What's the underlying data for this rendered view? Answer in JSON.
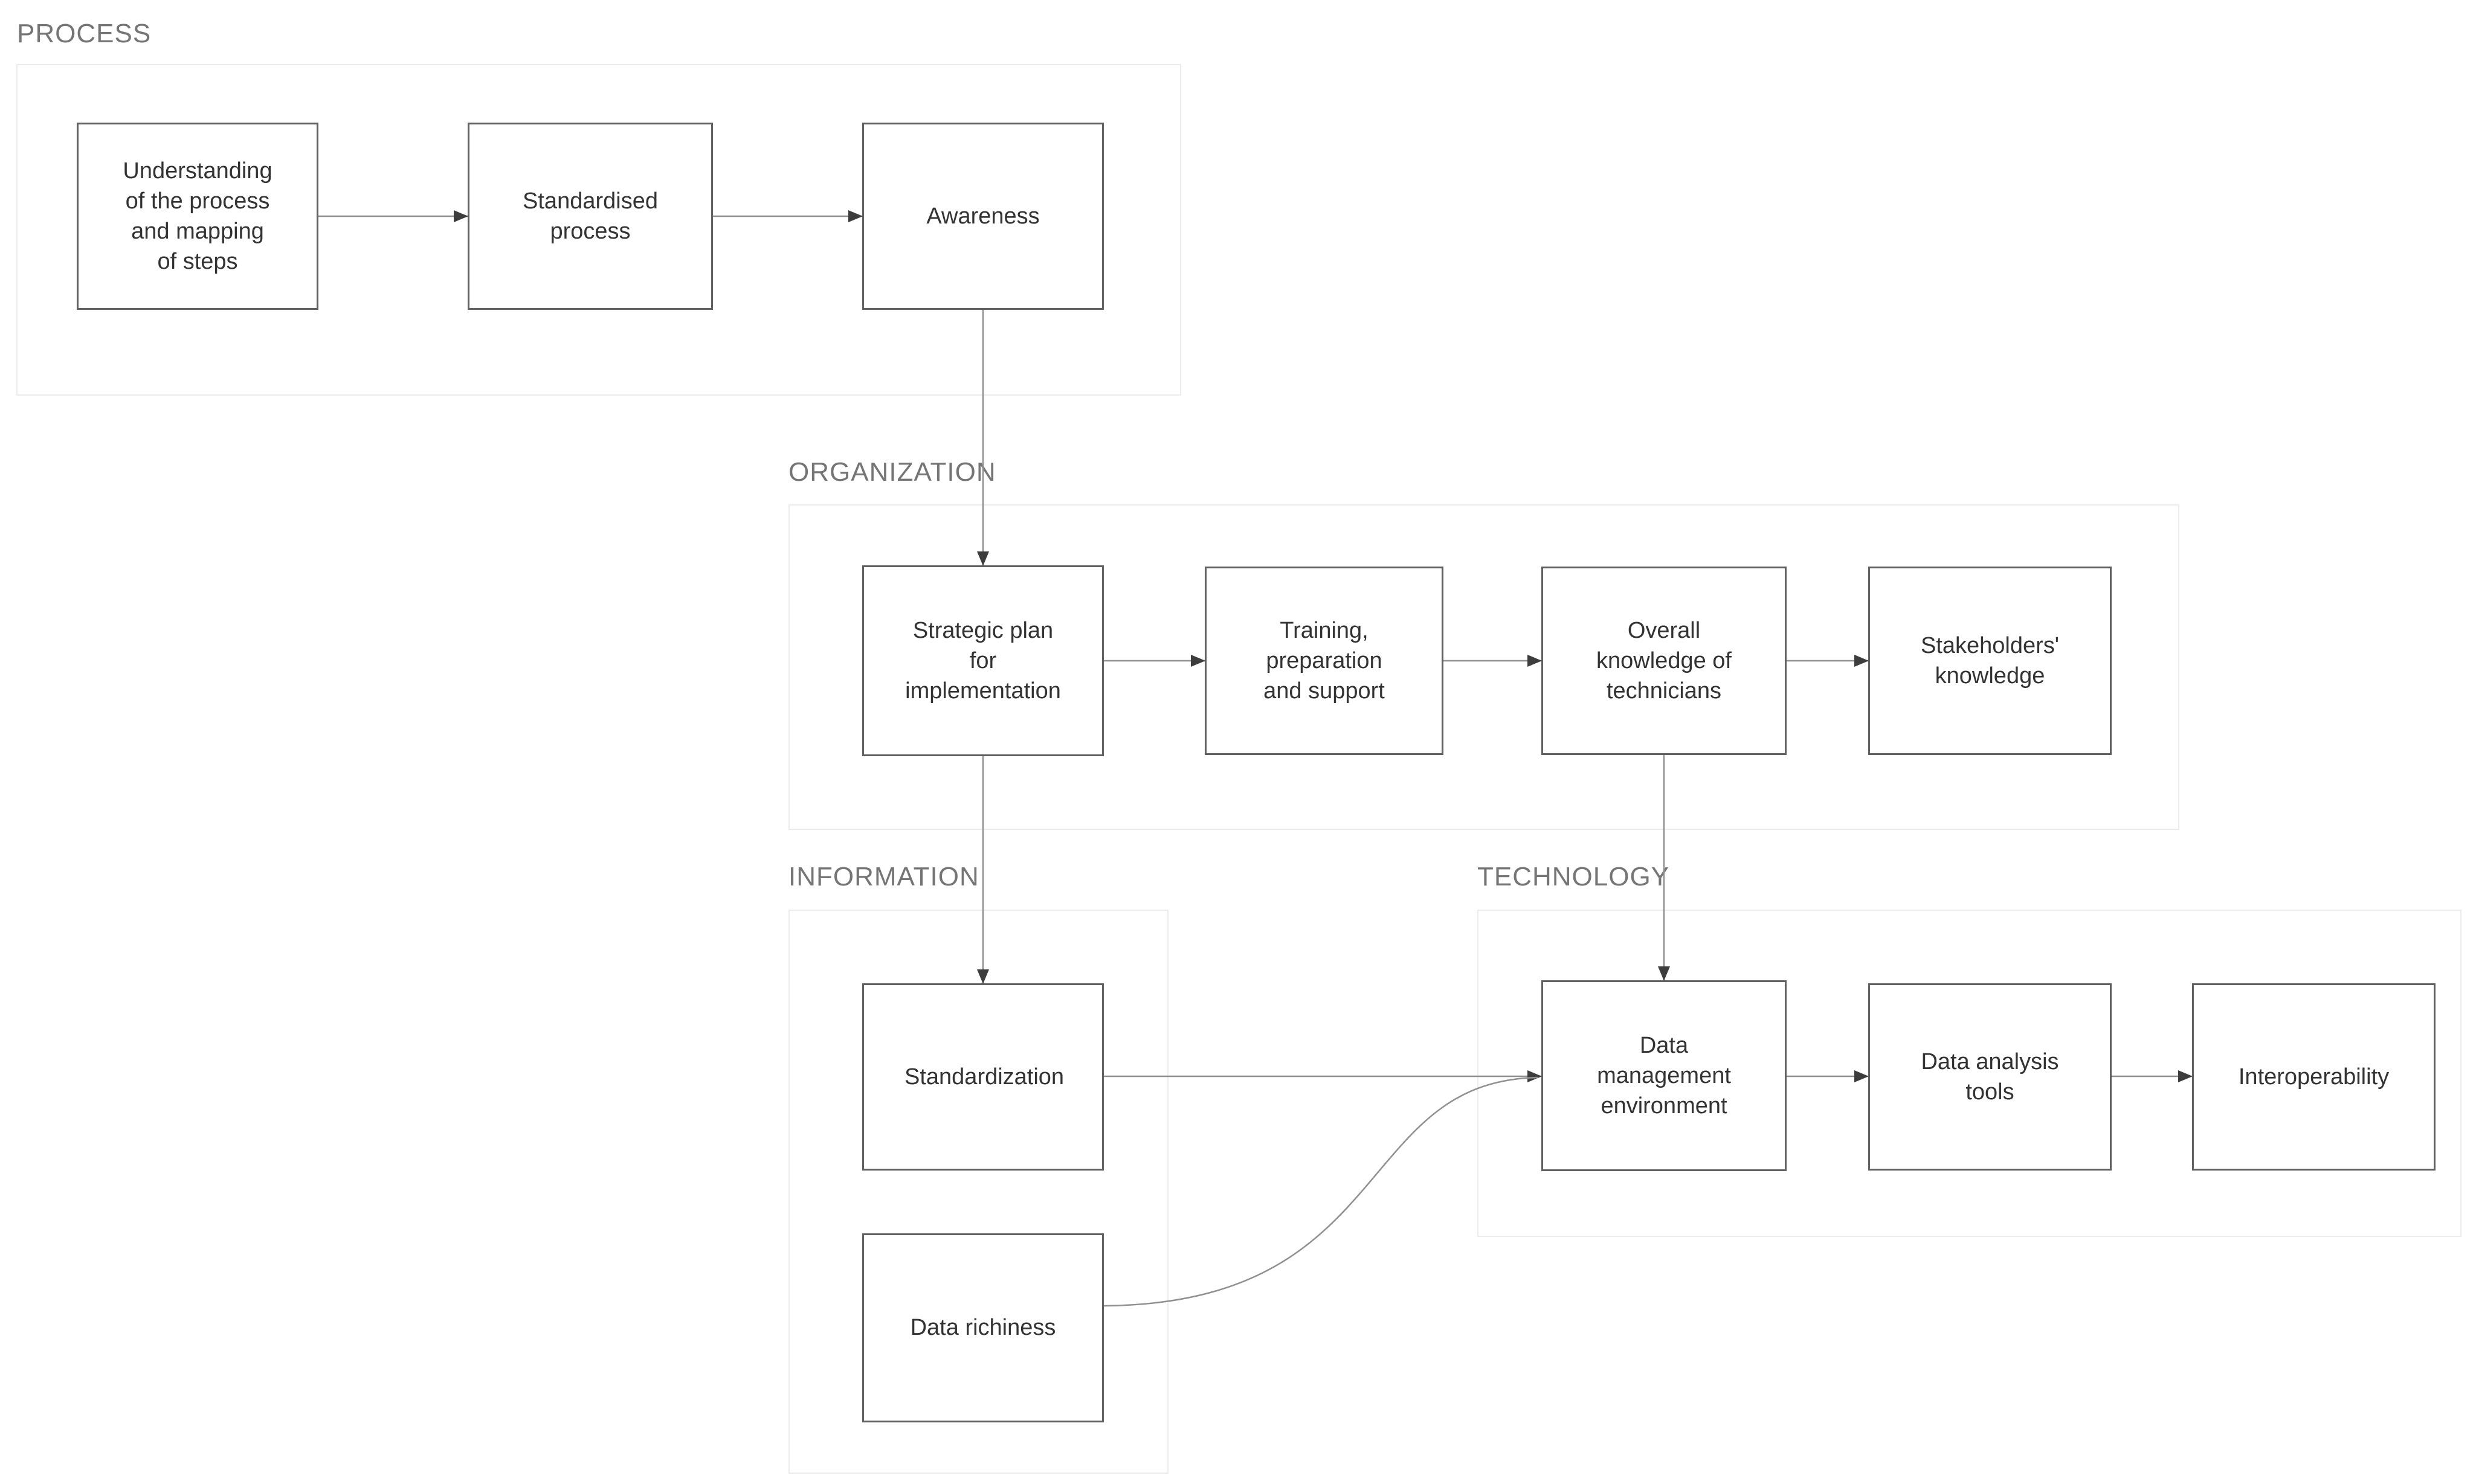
{
  "canvas": {
    "background": "#ffffff"
  },
  "colors": {
    "group_border": "#ececec",
    "node_border": "#616161",
    "node_text": "#333333",
    "group_label_text": "#757575",
    "connector_line": "#909090",
    "arrowhead": "#3d3d3d"
  },
  "diagram": {
    "groups": [
      {
        "id": "process",
        "label": "PROCESS"
      },
      {
        "id": "organization",
        "label": "ORGANIZATION"
      },
      {
        "id": "information",
        "label": "INFORMATION"
      },
      {
        "id": "technology",
        "label": "TECHNOLOGY"
      }
    ],
    "nodes": {
      "understanding": {
        "label": "Understanding of the process and mapping of steps",
        "group": "process"
      },
      "standardised_process": {
        "label": "Standardised process",
        "group": "process"
      },
      "awareness": {
        "label": "Awareness",
        "group": "process"
      },
      "strategic_plan": {
        "label": "Strategic plan for implementation",
        "group": "organization"
      },
      "training": {
        "label": "Training, preparation and support",
        "group": "organization"
      },
      "overall_knowledge": {
        "label": "Overall knowledge of technicians",
        "group": "organization"
      },
      "stakeholders_knowledge": {
        "label": "Stakeholders' knowledge",
        "group": "organization"
      },
      "standardization": {
        "label": "Standardization",
        "group": "information"
      },
      "data_richiness": {
        "label": "Data richiness",
        "group": "information"
      },
      "data_management": {
        "label": "Data management environment",
        "group": "technology"
      },
      "data_analysis": {
        "label": "Data analysis tools",
        "group": "technology"
      },
      "interoperability": {
        "label": "Interoperability",
        "group": "technology"
      }
    },
    "edges": [
      {
        "from": "understanding",
        "to": "standardised_process",
        "shape": "straight"
      },
      {
        "from": "standardised_process",
        "to": "awareness",
        "shape": "straight"
      },
      {
        "from": "awareness",
        "to": "strategic_plan",
        "shape": "straight"
      },
      {
        "from": "strategic_plan",
        "to": "training",
        "shape": "straight"
      },
      {
        "from": "training",
        "to": "overall_knowledge",
        "shape": "straight"
      },
      {
        "from": "overall_knowledge",
        "to": "stakeholders_knowledge",
        "shape": "straight"
      },
      {
        "from": "strategic_plan",
        "to": "standardization",
        "shape": "straight"
      },
      {
        "from": "overall_knowledge",
        "to": "data_management",
        "shape": "straight"
      },
      {
        "from": "standardization",
        "to": "data_management",
        "shape": "straight"
      },
      {
        "from": "data_richiness",
        "to": "data_management",
        "shape": "curve"
      },
      {
        "from": "data_management",
        "to": "data_analysis",
        "shape": "straight"
      },
      {
        "from": "data_analysis",
        "to": "interoperability",
        "shape": "straight"
      }
    ]
  }
}
